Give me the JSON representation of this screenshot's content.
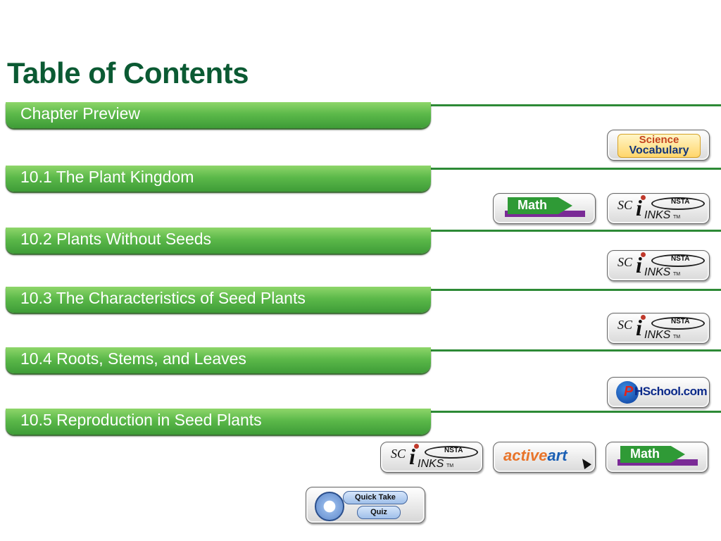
{
  "title": "Table of Contents",
  "sections": [
    {
      "label": "Chapter Preview"
    },
    {
      "label": "10.1 The Plant Kingdom"
    },
    {
      "label": "10.2 Plants Without Seeds"
    },
    {
      "label": "10.3 The Characteristics of Seed Plants"
    },
    {
      "label": "10.4 Roots, Stems, and Leaves"
    },
    {
      "label": "10.5 Reproduction in Seed Plants"
    }
  ],
  "buttons": {
    "science_vocabulary": {
      "line1": "Science",
      "line2": "Vocabulary"
    },
    "math": {
      "label": "Math"
    },
    "scilinks": {
      "sc": "SC",
      "i": "i",
      "nsta": "NSTA",
      "inks": "INKS",
      "tm": "TM"
    },
    "phschool": {
      "p": "P",
      "label": "HSchool.com"
    },
    "active_art": {
      "active": "active",
      "art": "art"
    },
    "quick_take_quiz": {
      "line1": "Quick Take",
      "line2": "Quiz"
    }
  },
  "colors": {
    "title": "#0b5a33",
    "section_bar": "#5cb94a",
    "section_line": "#2d8a36"
  }
}
